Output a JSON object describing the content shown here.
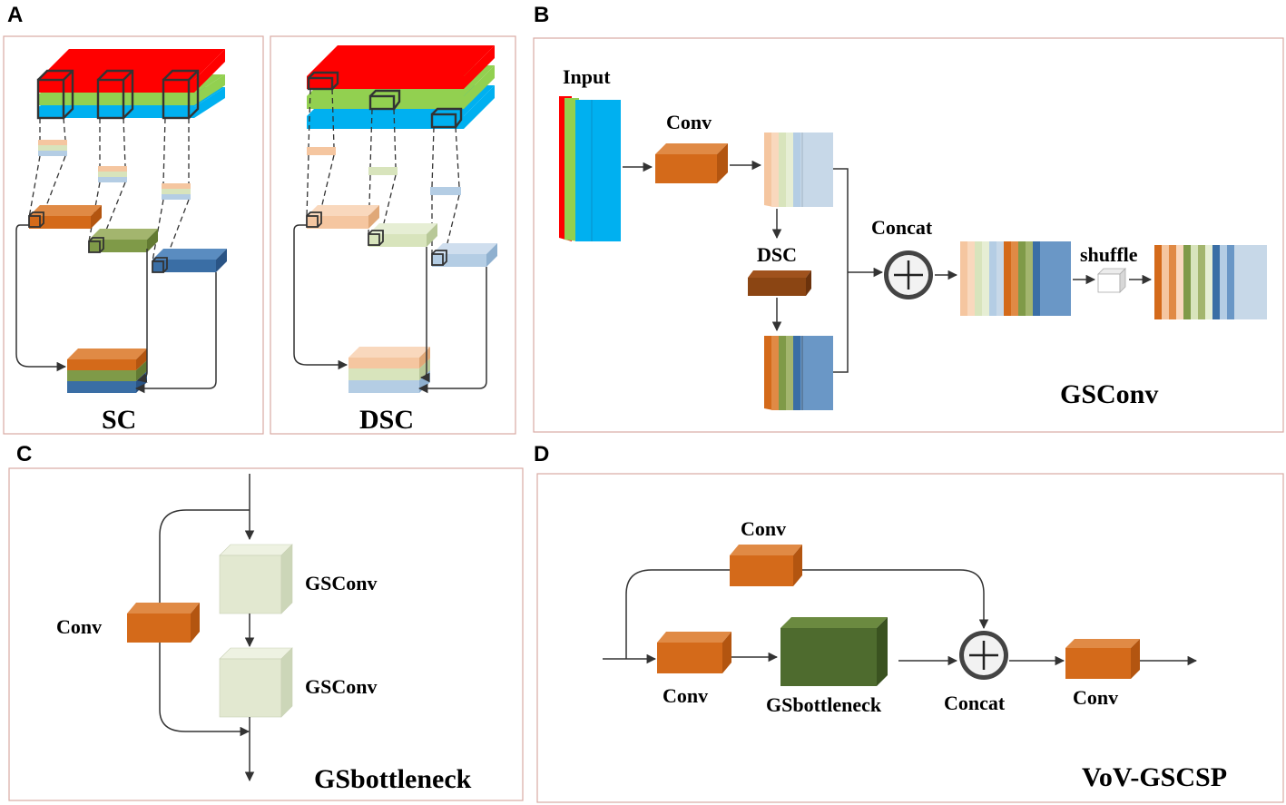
{
  "panels": {
    "a": {
      "letter": "A",
      "sc_title": "SC",
      "dsc_title": "DSC"
    },
    "b": {
      "letter": "B",
      "input": "Input",
      "conv": "Conv",
      "dsc": "DSC",
      "concat": "Concat",
      "shuffle": "shuffle",
      "title": "GSConv"
    },
    "c": {
      "letter": "C",
      "conv": "Conv",
      "gsconv1": "GSConv",
      "gsconv2": "GSConv",
      "title": "GSbottleneck"
    },
    "d": {
      "letter": "D",
      "conv_top": "Conv",
      "conv_left": "Conv",
      "gsbottleneck": "GSbottleneck",
      "concat": "Concat",
      "conv_right": "Conv",
      "title": "VoV-GSCSP"
    }
  },
  "colors": {
    "red": "#ff0000",
    "green": "#92d050",
    "blue": "#00b0f0",
    "orange": "#d46a1a",
    "olive": "#7f9a48",
    "steel": "#3a6ea5",
    "peach": "#f5c6a0",
    "sage": "#d8e4bc",
    "lightblue": "#b4cde4",
    "brown": "#8b4513",
    "pale": "#e2e8d0",
    "darkgreen": "#4e6b2e"
  }
}
